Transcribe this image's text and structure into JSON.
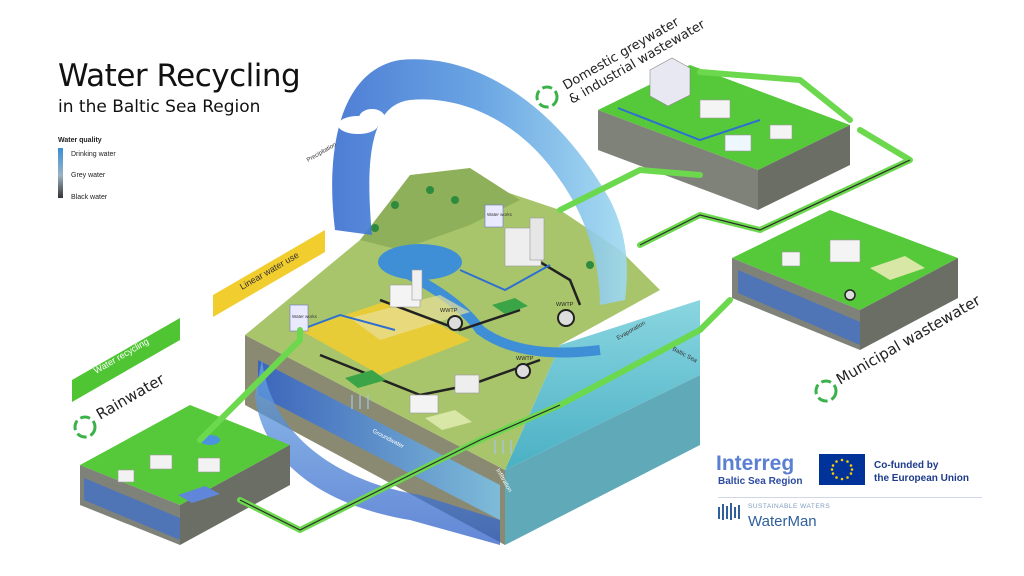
{
  "header": {
    "title": "Water Recycling",
    "subtitle": "in the Baltic Sea Region"
  },
  "legend": {
    "title": "Water quality",
    "items": [
      "Drinking water",
      "Grey water",
      "Black water"
    ]
  },
  "banners": {
    "linear": "Linear water use",
    "recycling": "Water recycling"
  },
  "sections": {
    "rainwater": "Rainwater",
    "domestic_line1": "Domestic greywater",
    "domestic_line2": "& industrial wastewater",
    "municipal": "Municipal wastewater"
  },
  "labels": {
    "precipitation": "Precipitation",
    "evaporation": "Evaporation",
    "baltic_sea": "Baltic Sea",
    "groundwater": "Groundwater",
    "infiltration": "Infiltration",
    "wwtp_1": "WWTP",
    "wwtp_2": "WWTP",
    "wwtp_3": "WWTP",
    "water_works_1": "Water works",
    "water_works_2": "Water works"
  },
  "logos": {
    "interreg": "Interreg",
    "interreg_region": "Baltic Sea Region",
    "eu_line1": "Co-funded by",
    "eu_line2": "the European Union",
    "waterman_tagline": "SUSTAINABLE WATERS",
    "waterman_name": "WaterMan"
  },
  "colors": {
    "drinking_water": "#3b8fd6",
    "grey_water": "#9bb3c4",
    "black_water": "#333333",
    "recycling_green": "#4fc534",
    "linear_yellow": "#f2cd2e",
    "land": "#a9c56b",
    "sea": "#7ccfd9"
  }
}
